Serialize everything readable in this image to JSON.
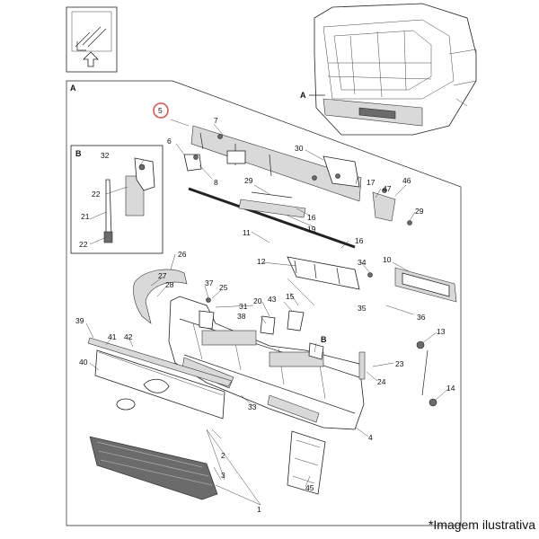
{
  "caption": "*Imagem ilustrativa",
  "sections": {
    "main": "A",
    "cab_ref": "A",
    "inset": "B",
    "inset_ref": "B"
  },
  "highlighted_callout": "5",
  "highlight_color": "#d9534f",
  "callouts": {
    "c1": "1",
    "c2": "2",
    "c3": "3",
    "c4": "4",
    "c5": "5",
    "c6": "6",
    "c7": "7",
    "c8": "8",
    "c10": "10",
    "c11": "11",
    "c12": "12",
    "c13": "13",
    "c14": "14",
    "c15": "15",
    "c16a": "16",
    "c16b": "16",
    "c17": "17",
    "c19": "19",
    "c20": "20",
    "c21": "21",
    "c22a": "22",
    "c22b": "22",
    "c23": "23",
    "c24": "24",
    "c25": "25",
    "c26": "26",
    "c27": "27",
    "c28": "28",
    "c29a": "29",
    "c29b": "29",
    "c30": "30",
    "c31": "31",
    "c32": "32",
    "c33": "33",
    "c34": "34",
    "c35": "35",
    "c36": "36",
    "c37": "37",
    "c38": "38",
    "c39": "39",
    "c40": "40",
    "c41": "41",
    "c42": "42",
    "c43": "43",
    "c45": "45",
    "c46": "46",
    "c47": "47"
  }
}
